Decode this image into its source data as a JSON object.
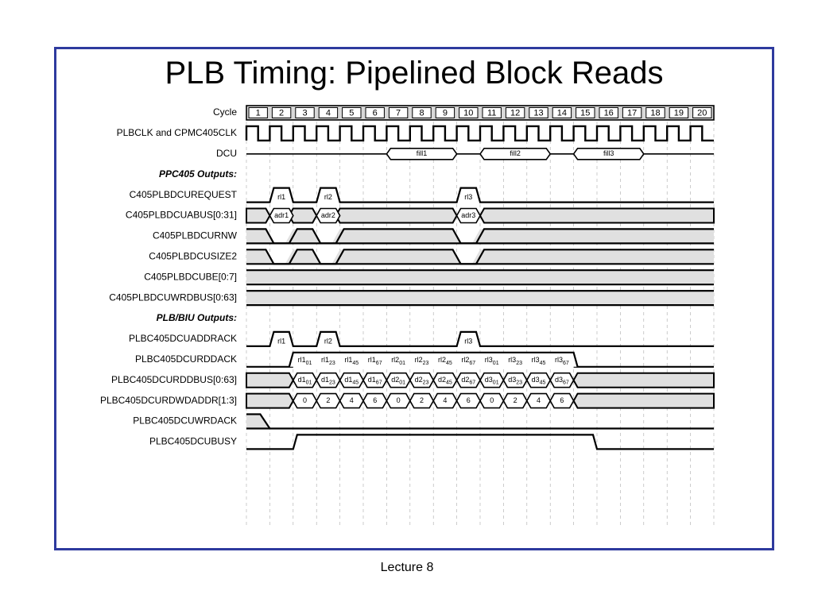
{
  "title": "PLB Timing: Pipelined Block Reads",
  "footer": "Lecture 8",
  "signals": [
    {
      "label": "Cycle",
      "kind": "cycle"
    },
    {
      "label": "PLBCLK and CPMC405CLK",
      "kind": "clock"
    },
    {
      "label": "DCU",
      "kind": "bus-z",
      "segs": [
        {
          "s": 7,
          "e": 9,
          "text": "fill1"
        },
        {
          "s": 11,
          "e": 13,
          "text": "fill2"
        },
        {
          "s": 15,
          "e": 17,
          "text": "fill3"
        }
      ]
    },
    {
      "label": "PPC405 Outputs:",
      "kind": "section"
    },
    {
      "label": "C405PLBDCUREQUEST",
      "kind": "pulses",
      "pulses": [
        {
          "s": 2,
          "e": 2,
          "text": "rl1"
        },
        {
          "s": 4,
          "e": 4,
          "text": "rl2"
        },
        {
          "s": 10,
          "e": 10,
          "text": "rl3"
        }
      ]
    },
    {
      "label": "C405PLBDCUABUS[0:31]",
      "kind": "bus-valid",
      "segs": [
        {
          "s": 2,
          "e": 2,
          "text": "adr1"
        },
        {
          "s": 4,
          "e": 4,
          "text": "adr2"
        },
        {
          "s": 10,
          "e": 10,
          "text": "adr3"
        }
      ]
    },
    {
      "label": "C405PLBDCURNW",
      "kind": "hatch-low",
      "segs": [
        {
          "s": 2,
          "e": 2
        },
        {
          "s": 4,
          "e": 4
        },
        {
          "s": 10,
          "e": 10
        }
      ]
    },
    {
      "label": "C405PLBDCUSIZE2",
      "kind": "hatch-low",
      "segs": [
        {
          "s": 2,
          "e": 2
        },
        {
          "s": 4,
          "e": 4
        },
        {
          "s": 10,
          "e": 10
        }
      ]
    },
    {
      "label": "C405PLBDCUBE[0:7]",
      "kind": "hatch"
    },
    {
      "label": "C405PLBDCUWRDBUS[0:63]",
      "kind": "hatch"
    },
    {
      "label": "PLB/BIU Outputs:",
      "kind": "section"
    },
    {
      "label": "PLBC405DCUADDRACK",
      "kind": "pulses",
      "pulses": [
        {
          "s": 2,
          "e": 2,
          "text": "rl1"
        },
        {
          "s": 4,
          "e": 4,
          "text": "rl2"
        },
        {
          "s": 10,
          "e": 10,
          "text": "rl3"
        }
      ]
    },
    {
      "label": "PLBC405DCURDDACK",
      "kind": "bus-low",
      "segs": [
        {
          "s": 3,
          "e": 3,
          "text": "rl1",
          "sub": "01"
        },
        {
          "s": 4,
          "e": 4,
          "text": "rl1",
          "sub": "23"
        },
        {
          "s": 5,
          "e": 5,
          "text": "rl1",
          "sub": "45"
        },
        {
          "s": 6,
          "e": 6,
          "text": "rl1",
          "sub": "67"
        },
        {
          "s": 7,
          "e": 7,
          "text": "rl2",
          "sub": "01"
        },
        {
          "s": 8,
          "e": 8,
          "text": "rl2",
          "sub": "23"
        },
        {
          "s": 9,
          "e": 9,
          "text": "rl2",
          "sub": "45"
        },
        {
          "s": 10,
          "e": 10,
          "text": "rl2",
          "sub": "67"
        },
        {
          "s": 11,
          "e": 11,
          "text": "rl3",
          "sub": "01"
        },
        {
          "s": 12,
          "e": 12,
          "text": "rl3",
          "sub": "23"
        },
        {
          "s": 13,
          "e": 13,
          "text": "rl3",
          "sub": "45"
        },
        {
          "s": 14,
          "e": 14,
          "text": "rl3",
          "sub": "67"
        }
      ]
    },
    {
      "label": "PLBC405DCURDDBUS[0:63]",
      "kind": "bus-valid",
      "segs": [
        {
          "s": 3,
          "e": 3,
          "text": "d1",
          "sub": "01"
        },
        {
          "s": 4,
          "e": 4,
          "text": "d1",
          "sub": "23"
        },
        {
          "s": 5,
          "e": 5,
          "text": "d1",
          "sub": "45"
        },
        {
          "s": 6,
          "e": 6,
          "text": "d1",
          "sub": "67"
        },
        {
          "s": 7,
          "e": 7,
          "text": "d2",
          "sub": "01"
        },
        {
          "s": 8,
          "e": 8,
          "text": "d2",
          "sub": "23"
        },
        {
          "s": 9,
          "e": 9,
          "text": "d2",
          "sub": "45"
        },
        {
          "s": 10,
          "e": 10,
          "text": "d2",
          "sub": "67"
        },
        {
          "s": 11,
          "e": 11,
          "text": "d3",
          "sub": "01"
        },
        {
          "s": 12,
          "e": 12,
          "text": "d3",
          "sub": "23"
        },
        {
          "s": 13,
          "e": 13,
          "text": "d3",
          "sub": "45"
        },
        {
          "s": 14,
          "e": 14,
          "text": "d3",
          "sub": "67"
        }
      ]
    },
    {
      "label": "PLBC405DCURDWDADDR[1:3]",
      "kind": "bus-valid",
      "segs": [
        {
          "s": 3,
          "e": 3,
          "text": "0"
        },
        {
          "s": 4,
          "e": 4,
          "text": "2"
        },
        {
          "s": 5,
          "e": 5,
          "text": "4"
        },
        {
          "s": 6,
          "e": 6,
          "text": "6"
        },
        {
          "s": 7,
          "e": 7,
          "text": "0"
        },
        {
          "s": 8,
          "e": 8,
          "text": "2"
        },
        {
          "s": 9,
          "e": 9,
          "text": "4"
        },
        {
          "s": 10,
          "e": 10,
          "text": "6"
        },
        {
          "s": 11,
          "e": 11,
          "text": "0"
        },
        {
          "s": 12,
          "e": 12,
          "text": "2"
        },
        {
          "s": 13,
          "e": 13,
          "text": "4"
        },
        {
          "s": 14,
          "e": 14,
          "text": "6"
        }
      ]
    },
    {
      "label": "PLBC405DCUWRDACK",
      "kind": "hatch-fall"
    },
    {
      "label": "PLBC405DCUBUSY",
      "kind": "high",
      "s": 3,
      "e": 15
    }
  ],
  "cycles": [
    "1",
    "2",
    "3",
    "4",
    "5",
    "6",
    "7",
    "8",
    "9",
    "10",
    "11",
    "12",
    "13",
    "14",
    "15",
    "16",
    "17",
    "18",
    "19",
    "20"
  ]
}
